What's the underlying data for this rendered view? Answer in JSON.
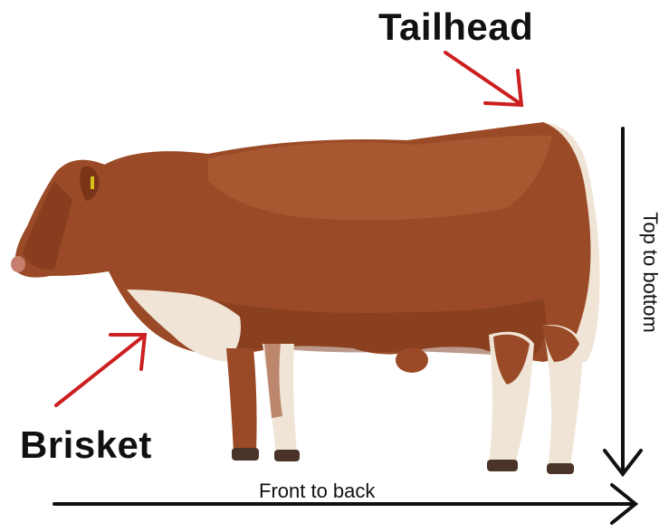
{
  "labels": {
    "tailhead": "Tailhead",
    "brisket": "Brisket",
    "front_to_back": "Front to back",
    "top_to_bottom": "Top to bottom"
  },
  "colors": {
    "pointer_arrow": "#cc1f1f",
    "axis_arrow": "#111111",
    "coat_main": "#9a4a26",
    "coat_dark": "#7a3518",
    "coat_light": "#b5653a",
    "white_patch": "#efe4d6",
    "hoof": "#4a3328"
  },
  "image": {
    "subject": "cow"
  }
}
